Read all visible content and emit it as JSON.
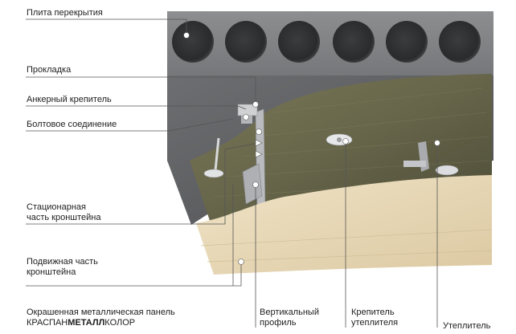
{
  "labels": {
    "slab": "Плита перекрытия",
    "gasket": "Прокладка",
    "anchor": "Анкерный крепитель",
    "bolt": "Болтовое соединение",
    "bracket_fixed_l1": "Стационарная",
    "bracket_fixed_l2": "часть кронштейна",
    "bracket_moving_l1": "Подвижная часть",
    "bracket_moving_l2": "кронштейна",
    "panel_l1": "Окрашенная металлическая панель",
    "panel_brand_a": "КРАСПАН",
    "panel_brand_b": "МЕТАЛЛ",
    "panel_brand_c": "КОЛОР",
    "profile_l1": "Вертикальный",
    "profile_l2": "профиль",
    "fastener_l1": "Крепитель",
    "fastener_l2": "утеплителя",
    "insulation": "Утеплитель"
  },
  "colors": {
    "concrete": "#8a8b8d",
    "insulation": "#6b6a4a",
    "panel": "#e6d6b4",
    "metal": "#c9cbcd"
  }
}
